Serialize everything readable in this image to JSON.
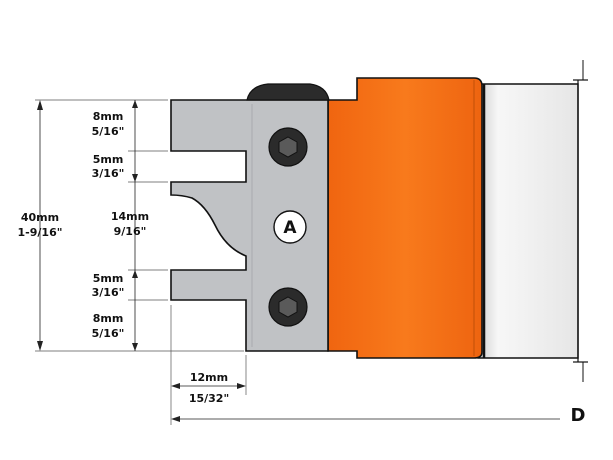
{
  "diagram": {
    "cutter_letter": "A",
    "diameter_label": "D",
    "colors": {
      "knife_gray": "#c0c2c5",
      "body_orange": "#f76e12",
      "shaft_light": "#ececec",
      "screw_dark": "#2b2b2b"
    },
    "dimensions": {
      "overall_mm": "40mm",
      "overall_in": "1-9/16\"",
      "top_mm": "8mm",
      "top_in": "5/16\"",
      "groove1_mm": "5mm",
      "groove1_in": "3/16\"",
      "middle_mm": "14mm",
      "middle_in": "9/16\"",
      "groove2_mm": "5mm",
      "groove2_in": "3/16\"",
      "bottom_mm": "8mm",
      "bottom_in": "5/16\"",
      "depth_mm": "12mm",
      "depth_in": "15/32\""
    }
  }
}
